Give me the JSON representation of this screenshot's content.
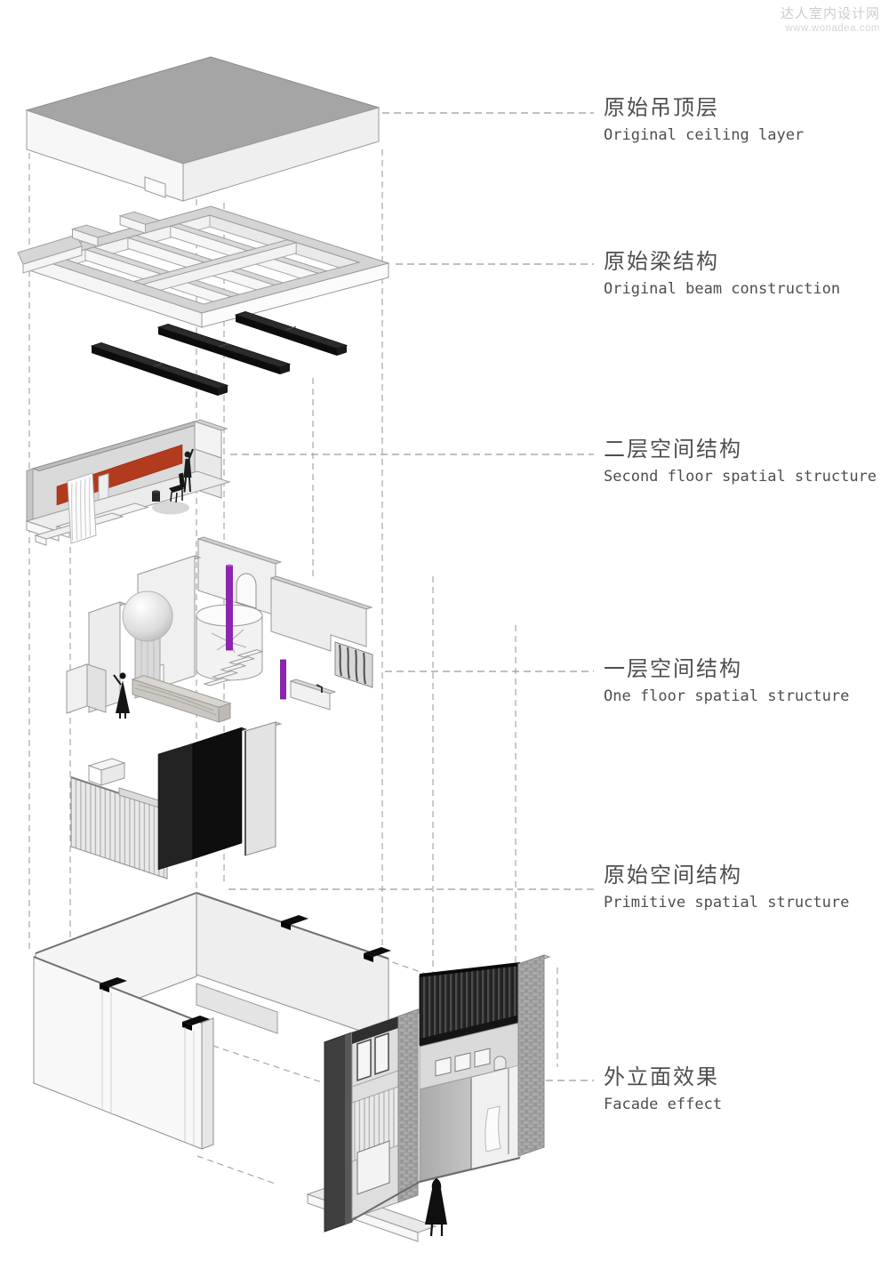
{
  "watermark": {
    "title": "达人室内设计网",
    "url": "www.wonadea.com"
  },
  "labels": [
    {
      "zh": "原始吊顶层",
      "en": "Original ceiling layer"
    },
    {
      "zh": "原始梁结构",
      "en": "Original beam construction"
    },
    {
      "zh": "二层空间结构",
      "en": "Second floor spatial structure"
    },
    {
      "zh": "一层空间结构",
      "en": "One floor spatial structure"
    },
    {
      "zh": "原始空间结构",
      "en": "Primitive spatial structure"
    },
    {
      "zh": "外立面效果",
      "en": "Facade effect"
    }
  ],
  "colors": {
    "accent_red": "#b23a1d",
    "accent_purple": "#9023b5",
    "ink": "#4e4e4e",
    "watermark_gray": "#c8c8c8"
  }
}
